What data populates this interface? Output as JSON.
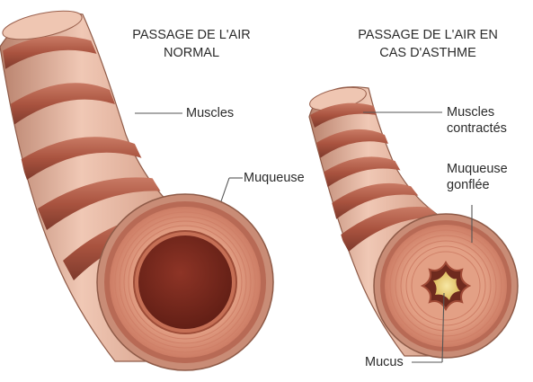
{
  "normal": {
    "title_line1": "PASSAGE DE L'AIR",
    "title_line2": "NORMAL",
    "muscles_label": "Muscles",
    "muqueuse_label": "Muqueuse"
  },
  "asthma": {
    "title_line1": "PASSAGE DE L'AIR EN",
    "title_line2": "CAS D'ASTHME",
    "muscles_line1": "Muscles",
    "muscles_line2": "contractés",
    "muqueuse_line1": "Muqueuse",
    "muqueuse_line2": "gonflée",
    "mucus_label": "Mucus"
  },
  "colors": {
    "tube_skin": "#d9a48e",
    "tube_highlight": "#f0c8b5",
    "muscle_band": "#b2604d",
    "muscle_dark": "#7e3a2c",
    "mucosa": "#d98d74",
    "mucosa_stripe": "#c7735c",
    "lumen_normal": "#7a2a1f",
    "mucus": "#e9d07a",
    "leader_line": "#555555"
  }
}
